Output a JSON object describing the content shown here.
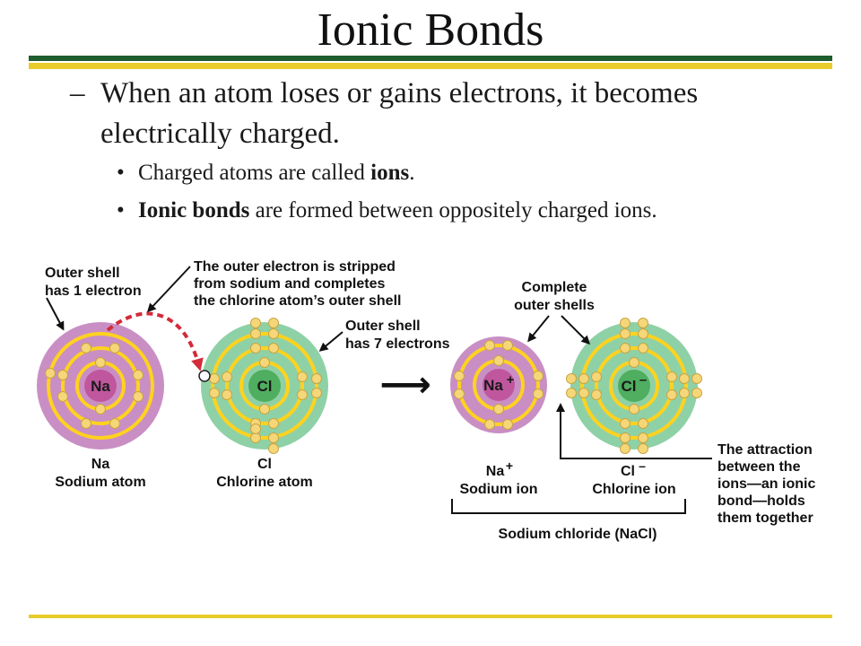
{
  "slide": {
    "title": "Ionic Bonds",
    "dash_marker": "–",
    "main_point": "When an atom loses or gains electrons, it becomes electrically charged.",
    "bullet_marker": "•",
    "sub1_pre": "Charged atoms are called ",
    "sub1_bold": "ions",
    "sub1_post": ".",
    "sub2_bold": "Ionic bonds",
    "sub2_post": " are formed between oppositely charged ions."
  },
  "diagram": {
    "outer_shell_one_1": "Outer shell",
    "outer_shell_one_2": "has 1 electron",
    "stripped_1": "The outer electron is stripped",
    "stripped_2": "from sodium and completes",
    "stripped_3": "the chlorine atom’s outer shell",
    "outer_shell_seven_1": "Outer shell",
    "outer_shell_seven_2": "has 7 electrons",
    "complete_1": "Complete",
    "complete_2": "outer shells",
    "na_symbol": "Na",
    "na_label": "Sodium atom",
    "cl_symbol": "Cl",
    "cl_label": "Chlorine atom",
    "reaction_arrow": "⟶",
    "na_ion_symbol": "Na",
    "na_ion_charge": "+",
    "na_ion_label": "Sodium ion",
    "cl_ion_symbol": "Cl",
    "cl_ion_charge": "–",
    "cl_ion_label": "Chlorine ion",
    "nacl_label": "Sodium chloride (NaCl)",
    "attraction_1": "The attraction",
    "attraction_2": "between the",
    "attraction_3": "ions—an ionic",
    "attraction_4": "bond—holds",
    "attraction_5": "them together",
    "atoms": [
      {
        "name": "sodium-atom",
        "nucleus_label": "Na",
        "shells": [
          2,
          8,
          1
        ]
      },
      {
        "name": "chlorine-atom",
        "nucleus_label": "Cl",
        "shells": [
          2,
          8,
          7
        ]
      },
      {
        "name": "sodium-ion",
        "nucleus_label": "Na+",
        "shells": [
          2,
          8
        ]
      },
      {
        "name": "chlorine-ion",
        "nucleus_label": "Cl–",
        "shells": [
          2,
          8,
          8
        ]
      }
    ]
  },
  "colors": {
    "rule_green": "#1f5c2e",
    "rule_yellow": "#e8cc2a",
    "sodium_fill": "#c98fc4",
    "chlorine_fill": "#8fd1a6",
    "orbit": "#ffd21f",
    "electron": "#f5d77a",
    "na_nucleus": "#c0579e",
    "cl_nucleus": "#4fae5f",
    "transfer_arrow": "#d42a3a"
  }
}
